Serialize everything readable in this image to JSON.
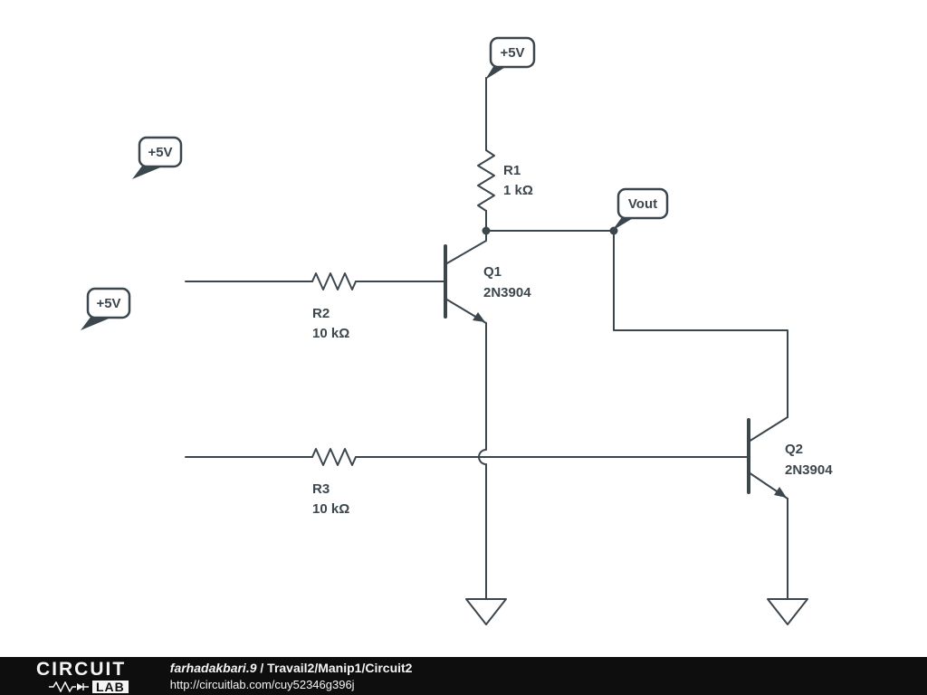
{
  "schematic": {
    "background": "#ffffff",
    "wire_color": "#3c464d",
    "flags": {
      "vcc_top": "+5V",
      "vcc_upper_left": "+5V",
      "vcc_lower_left": "+5V",
      "vout": "Vout"
    },
    "components": {
      "r1": {
        "designator": "R1",
        "value": "1 kΩ"
      },
      "r2": {
        "designator": "R2",
        "value": "10 kΩ"
      },
      "r3": {
        "designator": "R3",
        "value": "10 kΩ"
      },
      "q1": {
        "designator": "Q1",
        "part": "2N3904"
      },
      "q2": {
        "designator": "Q2",
        "part": "2N3904"
      }
    }
  },
  "footer": {
    "logo_line1": "CIRCUIT",
    "logo_line2": "LAB",
    "title_user": "farhadakbari.9",
    "title_separator": " / ",
    "title_path": "Travail2/Manip1/Circuit2",
    "url": "http://circuitlab.com/cuy52346g396j"
  }
}
